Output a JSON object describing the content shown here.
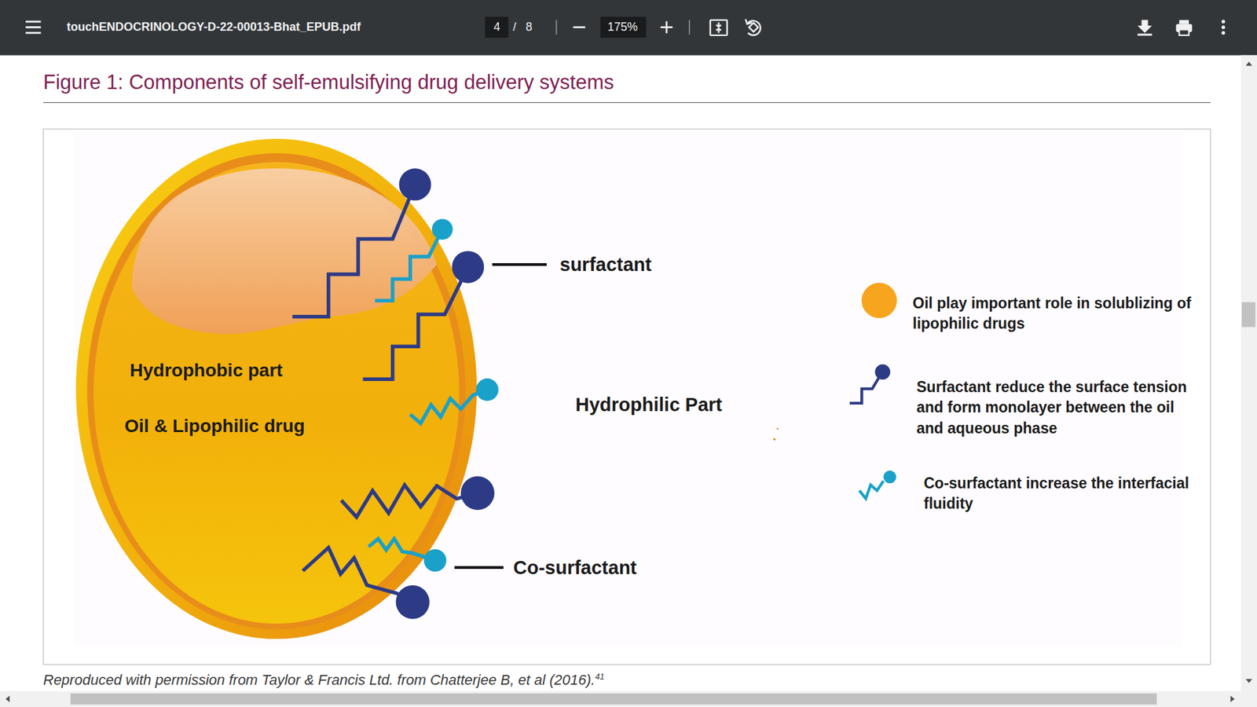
{
  "diagram": {
    "title": "Figure 1: Components of self-emulsifying drug delivery systems",
    "caption": "Reproduced with permission from Taylor & Francis Ltd. from Chatterjee B, et al (2016).",
    "nodes": [
      {
        "text": [
          "Hydrophobic part",
          "Oil & Lipophilic drug"
        ]
      }
    ],
    "labels": [
      "touchENDOCRINOLOGY-D-22-00013-Bhat_EPUB.pdf",
      "4",
      "/",
      "8",
      "175%",
      "surfactant",
      "Hydrophilic Part",
      "Co-surfactant",
      "41"
    ],
    "legend": [
      {
        "text": "Oil play important role in solublizing of lipophilic drugs",
        "color": "#f7a51e"
      },
      {
        "text": "Surfactant reduce the surface tension and form monolayer between the oil and aqueous phase"
      },
      {
        "text": "Co-surfactant increase the interfacial fluidity"
      }
    ]
  }
}
